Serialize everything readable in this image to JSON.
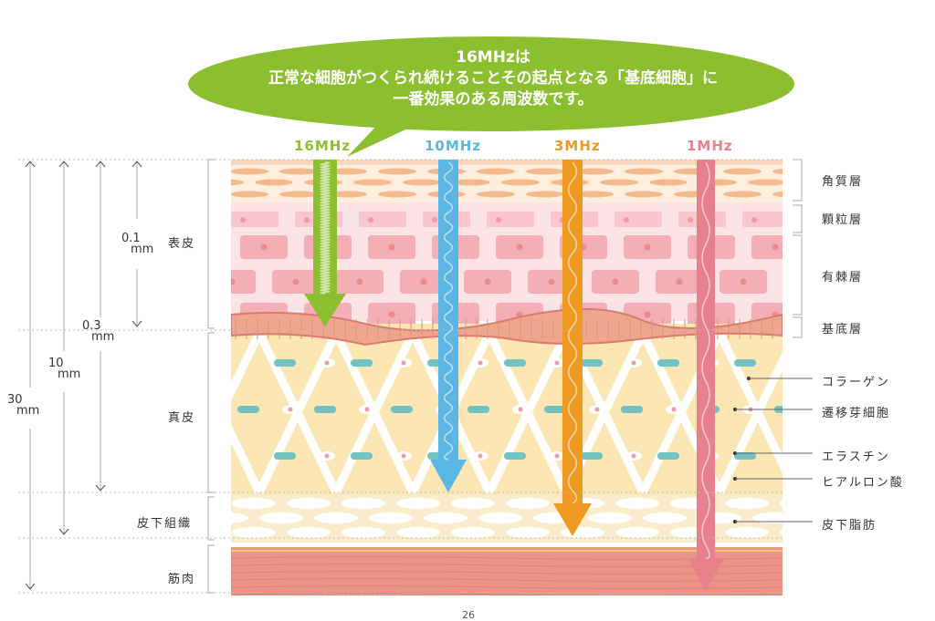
{
  "bubble": {
    "line1": "16MHzは",
    "line2": "正常な細胞がつくられ続けることその起点となる「基底細胞」に",
    "line3": "一番効果のある周波数です。",
    "color": "#8cbf2f"
  },
  "frequencies": [
    {
      "label": "16MHz",
      "color": "#8cbf2f"
    },
    {
      "label": "10MHz",
      "color": "#5bb6e3"
    },
    {
      "label": "3MHz",
      "color": "#ee9a22"
    },
    {
      "label": "1MHz",
      "color": "#e8808c"
    }
  ],
  "depths": [
    {
      "value": "0.1",
      "unit": "mm"
    },
    {
      "value": "0.3",
      "unit": "mm"
    },
    {
      "value": "10",
      "unit": "mm"
    },
    {
      "value": "30",
      "unit": "mm"
    }
  ],
  "left_layers": [
    "表皮",
    "真皮",
    "皮下組織",
    "筋肉"
  ],
  "right_layers": [
    "角質層",
    "顆粒層",
    "有棘層",
    "基底層"
  ],
  "components": [
    "コラーゲン",
    "遷移芽細胞",
    "エラスチン",
    "ヒアルロン酸",
    "皮下脂肪"
  ],
  "page_number": "26"
}
